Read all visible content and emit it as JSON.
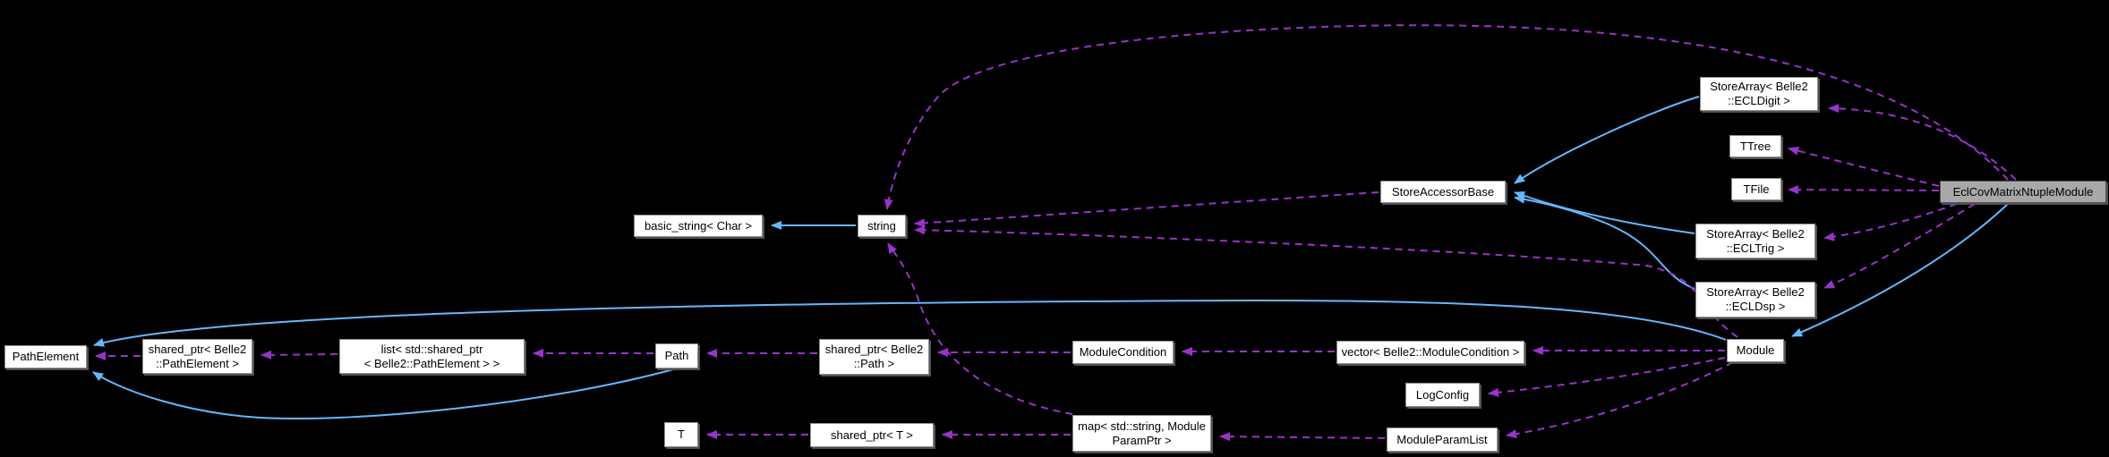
{
  "diagram": {
    "kind": "doxygen-collaboration-graph",
    "colors": {
      "background": "#000000",
      "node_fill": "#ffffff",
      "node_border": "#8f8f8f",
      "main_node_fill": "#a8a8a8",
      "usage_edge": "#9a32cd",
      "inheritance_edge": "#63b8ff",
      "text": "#000000"
    }
  },
  "nodes": {
    "main": {
      "label": "EclCovMatrixNtupleModule"
    },
    "digit": {
      "label": "StoreArray< Belle2\n::ECLDigit >"
    },
    "ttree": {
      "label": "TTree"
    },
    "tfile": {
      "label": "TFile"
    },
    "sab": {
      "label": "StoreAccessorBase"
    },
    "trig": {
      "label": "StoreArray< Belle2\n::ECLTrig >"
    },
    "dsp": {
      "label": "StoreArray< Belle2\n::ECLDsp >"
    },
    "bstr": {
      "label": "basic_string< Char >"
    },
    "str": {
      "label": "string"
    },
    "pel": {
      "label": "PathElement"
    },
    "sppel": {
      "label": "shared_ptr< Belle2\n::PathElement >"
    },
    "list": {
      "label": "list< std::shared_ptr\n< Belle2::PathElement > >"
    },
    "path": {
      "label": "Path"
    },
    "sppath": {
      "label": "shared_ptr< Belle2\n::Path >"
    },
    "mc": {
      "label": "ModuleCondition"
    },
    "vmc": {
      "label": "vector< Belle2::ModuleCondition >"
    },
    "mod": {
      "label": "Module"
    },
    "log": {
      "label": "LogConfig"
    },
    "mpl": {
      "label": "ModuleParamList"
    },
    "map": {
      "label": "map< std::string, Module\nParamPtr >"
    },
    "t": {
      "label": "T"
    },
    "spt": {
      "label": "shared_ptr< T >"
    }
  },
  "edges": [
    {
      "from": "EclCovMatrixNtupleModule",
      "to": "string",
      "kind": "usage"
    },
    {
      "from": "EclCovMatrixNtupleModule",
      "to": "StoreArray< Belle2::ECLDigit >",
      "kind": "usage"
    },
    {
      "from": "EclCovMatrixNtupleModule",
      "to": "TTree",
      "kind": "usage"
    },
    {
      "from": "EclCovMatrixNtupleModule",
      "to": "TFile",
      "kind": "usage"
    },
    {
      "from": "EclCovMatrixNtupleModule",
      "to": "StoreArray< Belle2::ECLTrig >",
      "kind": "usage"
    },
    {
      "from": "EclCovMatrixNtupleModule",
      "to": "StoreArray< Belle2::ECLDsp >",
      "kind": "usage"
    },
    {
      "from": "EclCovMatrixNtupleModule",
      "to": "Module",
      "kind": "inheritance"
    },
    {
      "from": "StoreArray< Belle2::ECLDigit >",
      "to": "StoreAccessorBase",
      "kind": "inheritance"
    },
    {
      "from": "StoreArray< Belle2::ECLTrig >",
      "to": "StoreAccessorBase",
      "kind": "inheritance"
    },
    {
      "from": "StoreArray< Belle2::ECLDsp >",
      "to": "StoreAccessorBase",
      "kind": "inheritance"
    },
    {
      "from": "StoreAccessorBase",
      "to": "string",
      "kind": "usage"
    },
    {
      "from": "string",
      "to": "basic_string< Char >",
      "kind": "inheritance"
    },
    {
      "from": "Module",
      "to": "string",
      "kind": "usage"
    },
    {
      "from": "Module",
      "to": "vector< Belle2::ModuleCondition >",
      "kind": "usage"
    },
    {
      "from": "Module",
      "to": "LogConfig",
      "kind": "usage"
    },
    {
      "from": "Module",
      "to": "ModuleParamList",
      "kind": "usage"
    },
    {
      "from": "Module",
      "to": "PathElement",
      "kind": "inheritance"
    },
    {
      "from": "vector< Belle2::ModuleCondition >",
      "to": "ModuleCondition",
      "kind": "usage"
    },
    {
      "from": "ModuleCondition",
      "to": "shared_ptr< Belle2::Path >",
      "kind": "usage"
    },
    {
      "from": "shared_ptr< Belle2::Path >",
      "to": "Path",
      "kind": "usage"
    },
    {
      "from": "Path",
      "to": "list< std::shared_ptr< Belle2::PathElement > >",
      "kind": "usage"
    },
    {
      "from": "Path",
      "to": "PathElement",
      "kind": "inheritance"
    },
    {
      "from": "list< std::shared_ptr< Belle2::PathElement > >",
      "to": "shared_ptr< Belle2::PathElement >",
      "kind": "usage"
    },
    {
      "from": "shared_ptr< Belle2::PathElement >",
      "to": "PathElement",
      "kind": "usage"
    },
    {
      "from": "ModuleParamList",
      "to": "map< std::string, ModuleParamPtr >",
      "kind": "usage"
    },
    {
      "from": "map< std::string, ModuleParamPtr >",
      "to": "shared_ptr< T >",
      "kind": "usage"
    },
    {
      "from": "map< std::string, ModuleParamPtr >",
      "to": "string",
      "kind": "usage"
    },
    {
      "from": "shared_ptr< T >",
      "to": "T",
      "kind": "usage"
    }
  ]
}
